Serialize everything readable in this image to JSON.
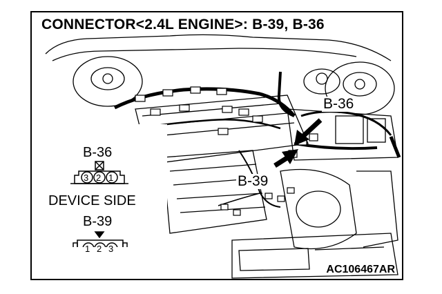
{
  "title": "CONNECTOR<2.4L ENGINE>: B-39, B-36",
  "figure_code": "AC106467AR",
  "callouts": {
    "b36": "B-36",
    "b39": "B-39"
  },
  "legend": {
    "b36_label": "B-36",
    "b36_pins": [
      "3",
      "2",
      "1"
    ],
    "device_side": "DEVICE SIDE",
    "b39_label": "B-39",
    "b39_pins": [
      "1",
      "2",
      "3"
    ]
  },
  "colors": {
    "line": "#000000",
    "background": "#ffffff"
  }
}
